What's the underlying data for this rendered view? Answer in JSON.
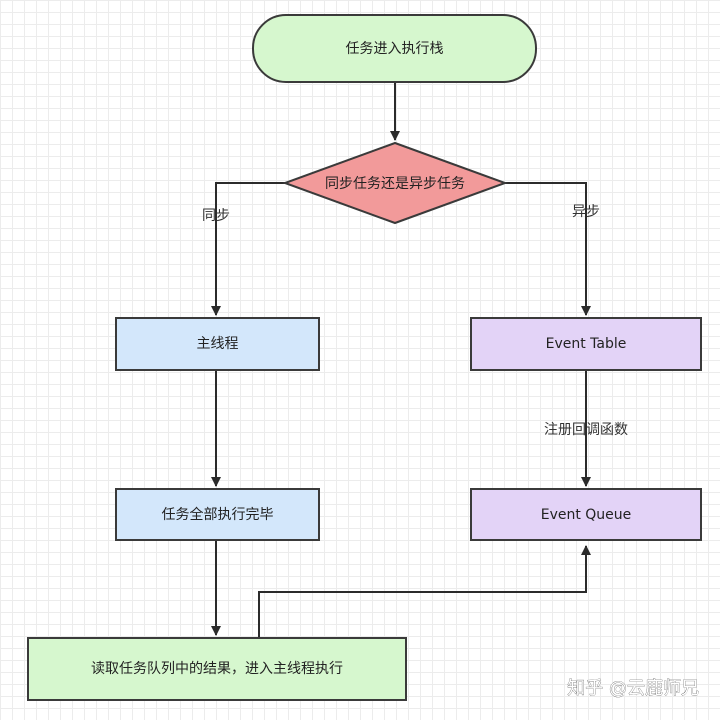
{
  "nodes": {
    "start": "任务进入执行栈",
    "decision": "同步任务还是异步任务",
    "main_thread": "主线程",
    "event_table": "Event Table",
    "tasks_done": "任务全部执行完毕",
    "event_queue": "Event Queue",
    "read_queue": "读取任务队列中的结果，进入主线程执行"
  },
  "edge_labels": {
    "sync": "同步",
    "async": "异步",
    "register": "注册回调函数"
  },
  "watermark": "知乎 @云鹿师兄",
  "colors": {
    "green_fill": "#d6f7ce",
    "red_fill": "#f29a9a",
    "blue_fill": "#d3e7fb",
    "purple_fill": "#e3d3f7",
    "stroke": "#3a3a3a"
  }
}
